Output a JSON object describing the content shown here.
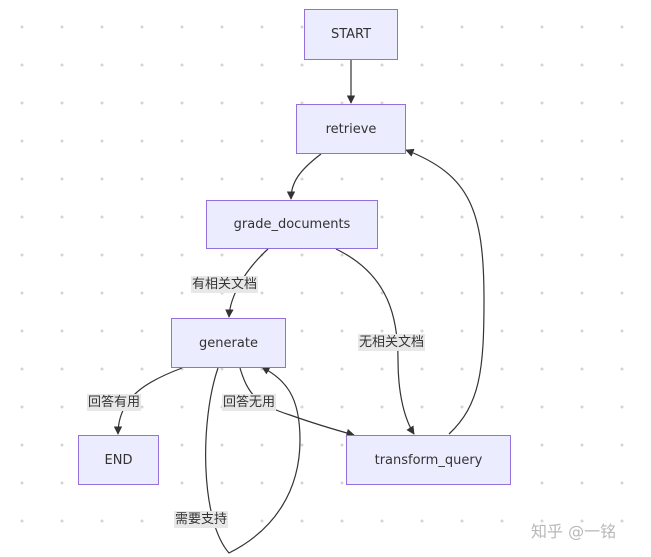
{
  "nodes": {
    "start": "START",
    "retrieve": "retrieve",
    "grade_documents": "grade_documents",
    "generate": "generate",
    "transform_query": "transform_query",
    "end": "END"
  },
  "edge_labels": {
    "relevant_docs": "有相关文档",
    "no_relevant_docs": "无相关文档",
    "answer_useful": "回答有用",
    "answer_useless": "回答无用",
    "needs_support": "需要支持"
  },
  "watermark": "知乎 @一铭",
  "colors": {
    "node_fill": "#ececff",
    "node_border": "#9370db",
    "edge": "#333333",
    "label_bg": "#e8e8e8"
  }
}
